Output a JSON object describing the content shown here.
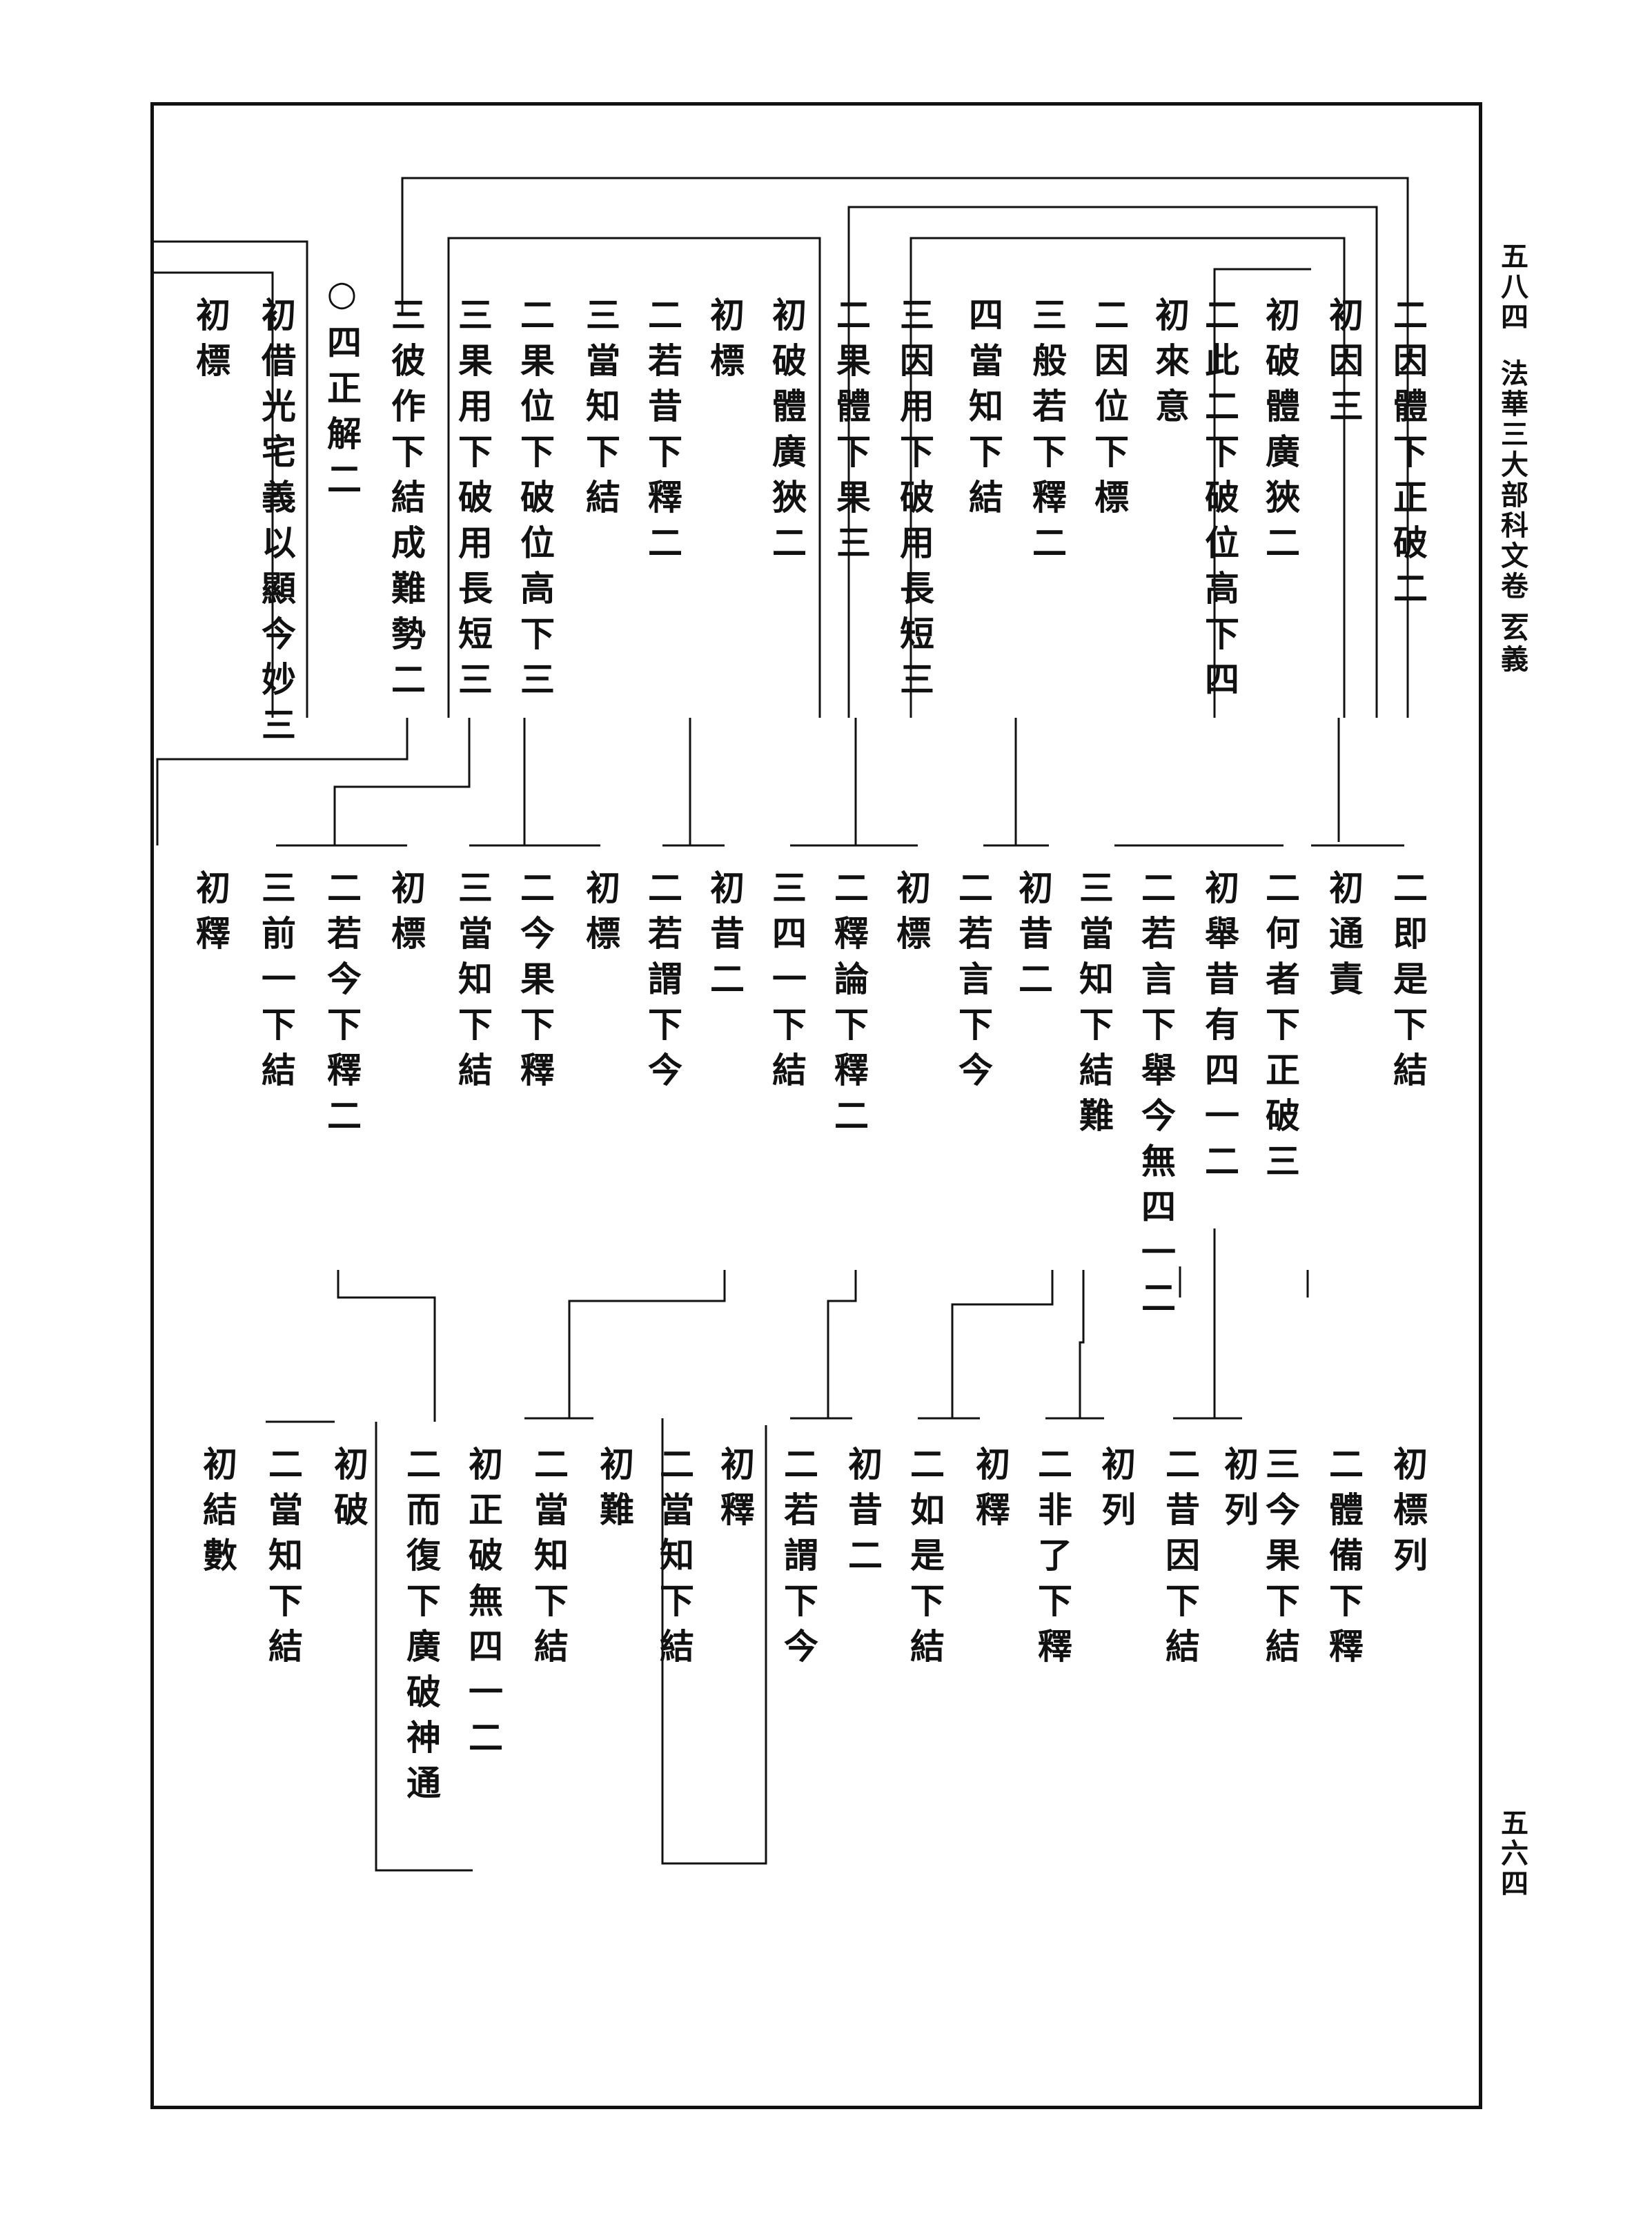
{
  "margin": {
    "page_no": "五八四",
    "book_title": "法華三大部科文卷一",
    "subtitle": "玄義",
    "side_no": "五六四"
  },
  "rows": [
    {
      "columns": [
        "二因體下正破二",
        "初因三",
        "初破體廣狹二",
        "二此二下破位高下四",
        "初來意",
        "二因位下標",
        "三般若下釋二",
        "四當知下結",
        "三因用下破用長短三",
        "二果體下果三",
        "初破體廣狹二",
        "初標",
        "二若昔下釋二",
        "三當知下結",
        "二果位下破位高下三",
        "三果用下破用長短三",
        "三彼作下結成難勢二",
        "○四正解二",
        "初借光宅義以顯今妙三",
        "初標"
      ]
    },
    {
      "columns": [
        "二即是下結",
        "初通責",
        "二何者下正破三",
        "初舉昔有四一二",
        "二若言下舉今無四一二",
        "三當知下結難",
        "初昔二",
        "二若言下今",
        "初標",
        "二釋論下釋二",
        "三四一下結",
        "初昔二",
        "二若謂下今",
        "初標",
        "二今果下釋",
        "三當知下結",
        "初標",
        "二若今下釋二",
        "三前一下結",
        "初釋"
      ]
    },
    {
      "columns": [
        "初標列",
        "二體備下釋",
        "三今果下結",
        "初列",
        "二昔因下結",
        "初列",
        "二非了下釋",
        "初釋",
        "二如是下結",
        "初昔二",
        "二若謂下今",
        "初釋",
        "二當知下結",
        "初難",
        "二當知下結",
        "初正破無四一二",
        "二而復下廣破神通",
        "初破",
        "二當知下結",
        "初結數"
      ]
    }
  ]
}
